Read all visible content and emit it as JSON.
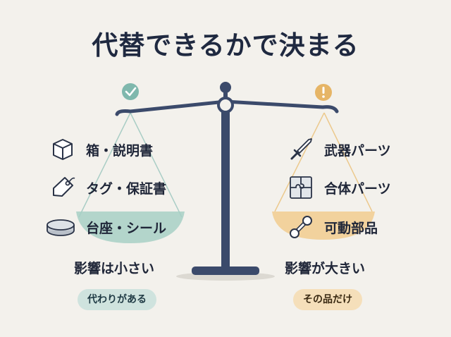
{
  "title": "代替できるかで決まる",
  "left": {
    "status_icon": "check-icon",
    "items": [
      {
        "label": "箱・説明書",
        "icon": "box-icon"
      },
      {
        "label": "タグ・保証書",
        "icon": "tag-icon"
      },
      {
        "label": "台座・シール",
        "icon": "stand-base-icon"
      }
    ],
    "verdict": "影響は小さい",
    "badge": "代わりがある",
    "color": "#7fb8ad"
  },
  "right": {
    "status_icon": "exclamation-icon",
    "items": [
      {
        "label": "武器パーツ",
        "icon": "sword-icon"
      },
      {
        "label": "合体パーツ",
        "icon": "puzzle-icon"
      },
      {
        "label": "可動部品",
        "icon": "joint-icon"
      }
    ],
    "verdict": "影響が大きい",
    "badge": "その品だけ",
    "color": "#e6b566"
  },
  "colors": {
    "beam": "#3b4a6b",
    "background": "#f3f1ec"
  }
}
